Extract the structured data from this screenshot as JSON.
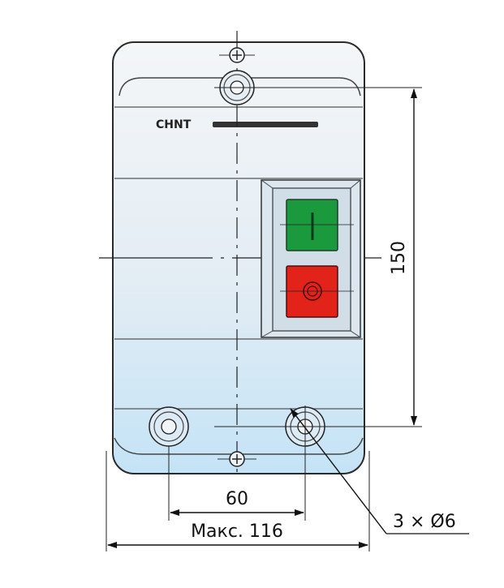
{
  "brand": "CHNT",
  "dimensions": {
    "height_label": "150",
    "hole_spacing_label": "60",
    "max_width_label": "Макс. 116",
    "holes_label": "3 × Ø6"
  },
  "buttons": {
    "start_color": "#1a9a3c",
    "stop_color": "#e2231a"
  },
  "colors": {
    "body_gradient_top": "#f2f5f8",
    "body_gradient_bottom": "#c6e4f6",
    "outline": "#333333"
  }
}
